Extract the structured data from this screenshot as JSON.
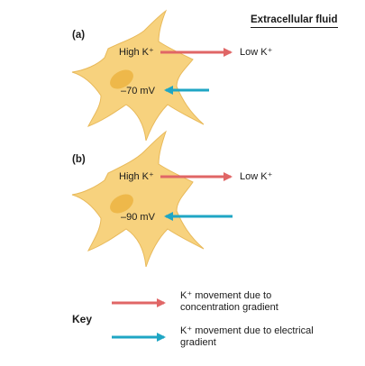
{
  "header": {
    "title": "Extracellular fluid"
  },
  "panels": [
    {
      "label": "(a)",
      "inside": "High K⁺",
      "outside": "Low K⁺",
      "potential": "–70 mV"
    },
    {
      "label": "(b)",
      "inside": "High K⁺",
      "outside": "Low K⁺",
      "potential": "–90 mV"
    }
  ],
  "key": {
    "label": "Key",
    "items": [
      {
        "text": "K⁺ movement due to concentration gradient",
        "color": "#e06666"
      },
      {
        "text": "K⁺ movement due to electrical gradient",
        "color": "#1fa6c4"
      }
    ]
  },
  "colors": {
    "cell_fill": "#f7d27e",
    "cell_stroke": "#e8b95a",
    "nucleus": "#eeb84a",
    "concentration_arrow": "#e06666",
    "electrical_arrow": "#1fa6c4"
  }
}
